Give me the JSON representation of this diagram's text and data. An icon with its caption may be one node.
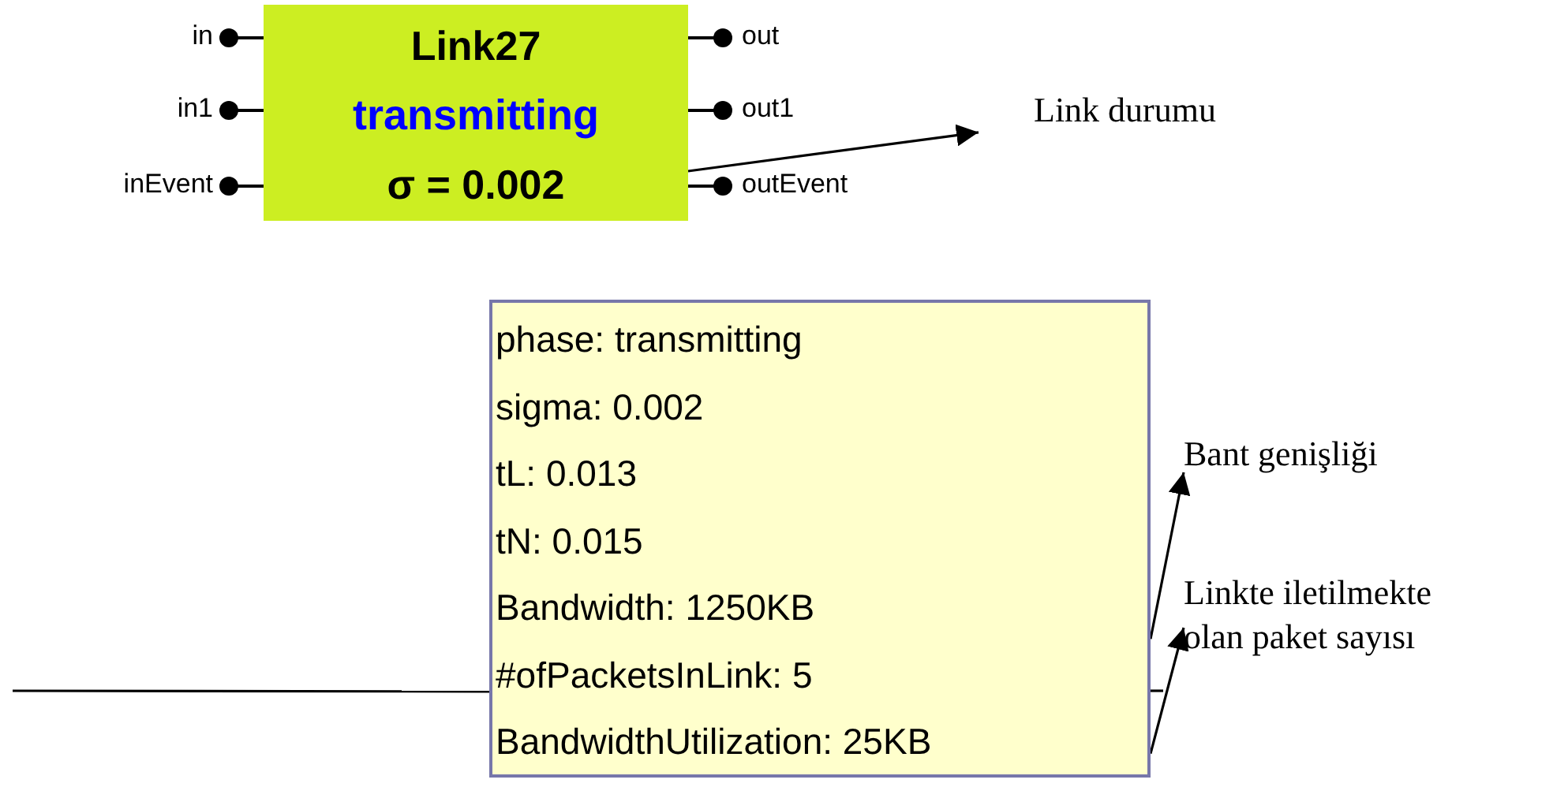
{
  "diagram": {
    "nodes": [
      {
        "text": [
          "Link27",
          "transmitting",
          "σ = 0.002"
        ]
      },
      {
        "text": [
          "Link durumu"
        ]
      },
      {
        "text": [
          "phase: transmitting",
          "sigma: 0.002",
          "tL: 0.013",
          "tN: 0.015",
          "Bandwidth: 1250KB",
          "#ofPacketsInLink: 5",
          "BandwidthUtilization: 25KB"
        ]
      },
      {
        "text": [
          "Bant genişliği"
        ]
      },
      {
        "text": [
          "Linkte iletilmekte olan paket sayısı"
        ]
      }
    ],
    "edges": [
      {
        "from": 0,
        "to": 1,
        "arrow": "to"
      },
      {
        "from": 2,
        "to": 3,
        "arrow": "to"
      },
      {
        "from": 2,
        "to": 4,
        "arrow": "to"
      },
      {
        "from": null,
        "to": 2,
        "arrow": "none"
      }
    ],
    "labels": [
      "in",
      "in1",
      "inEvent",
      "out",
      "out1",
      "outEvent"
    ]
  }
}
